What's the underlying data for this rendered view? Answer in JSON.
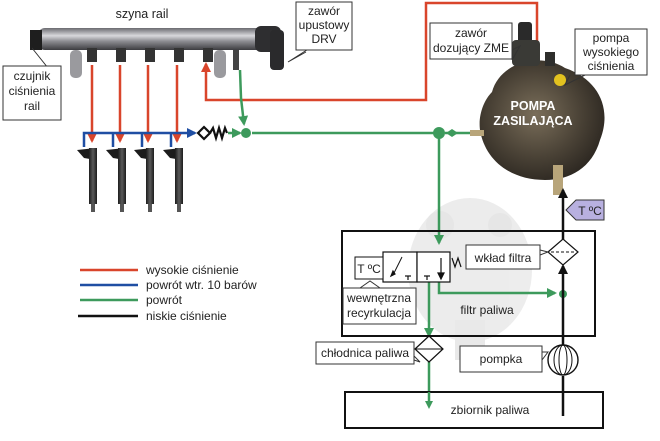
{
  "colors": {
    "high_pressure": "#d9452b",
    "return_10bar": "#1f4ea3",
    "return": "#3d9a5c",
    "low_pressure": "#111111",
    "temp_sensor_fill": "#b8b0e0"
  },
  "labels": {
    "rail": "szyna rail",
    "rail_sensor": [
      "czujnik",
      "ciśnienia",
      "rail"
    ],
    "drv_valve": [
      "zawór",
      "upustowy",
      "DRV"
    ],
    "zme_valve": [
      "zawór",
      "dozujący ZME"
    ],
    "hp_pump": [
      "pompa",
      "wysokiego",
      "ciśnienia"
    ],
    "feed_pump": [
      "POMPA",
      "ZASILAJĄCA"
    ],
    "temp_sensor_top": "T ºC",
    "temp_sensor_inner": "T ºC",
    "internal_recirc": [
      "wewnętrzna",
      "recyrkulacja"
    ],
    "filter_insert": "wkład filtra",
    "fuel_filter": "filtr paliwa",
    "fuel_cooler": "chłodnica paliwa",
    "hand_pump": "pompka",
    "fuel_tank": "zbiornik paliwa"
  },
  "legend": [
    {
      "label": "wysokie ciśnienie",
      "color": "#d9452b"
    },
    {
      "label": "powrót wtr. 10 barów",
      "color": "#1f4ea3"
    },
    {
      "label": "powrót",
      "color": "#3d9a5c"
    },
    {
      "label": "niskie ciśnienie",
      "color": "#111111"
    }
  ]
}
